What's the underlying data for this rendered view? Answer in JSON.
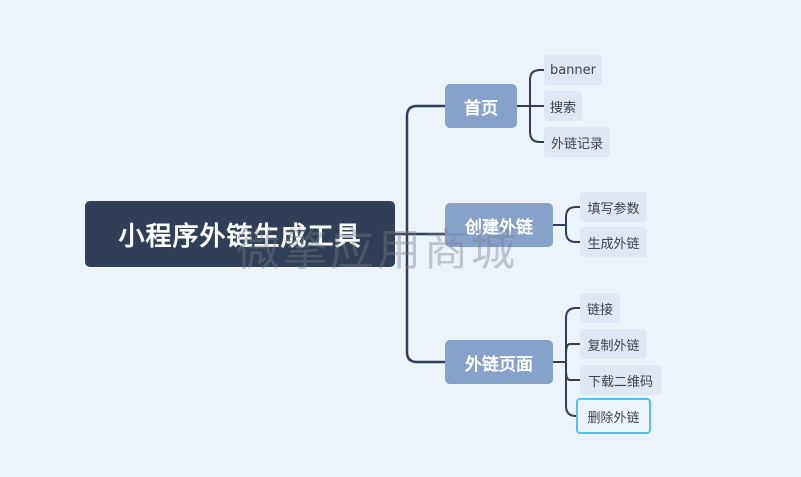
{
  "mindmap": {
    "root": {
      "label": "小程序外链生成工具"
    },
    "branches": [
      {
        "label": "首页",
        "children": [
          "banner",
          "搜索",
          "外链记录"
        ]
      },
      {
        "label": "创建外链",
        "children": [
          "填写参数",
          "生成外链"
        ]
      },
      {
        "label": "外链页面",
        "children": [
          "链接",
          "复制外链",
          "下载二维码",
          "删除外链"
        ]
      }
    ],
    "selected_leaf": "删除外链"
  },
  "watermark": {
    "text": "微擎应用商城"
  },
  "colors": {
    "background": "#ecf3fb",
    "root": "#2f3f57",
    "branch": "#86a2ca",
    "leaf": "#dfe7f2",
    "connector": "#2f3f57",
    "selection": "#4fc2f3"
  }
}
